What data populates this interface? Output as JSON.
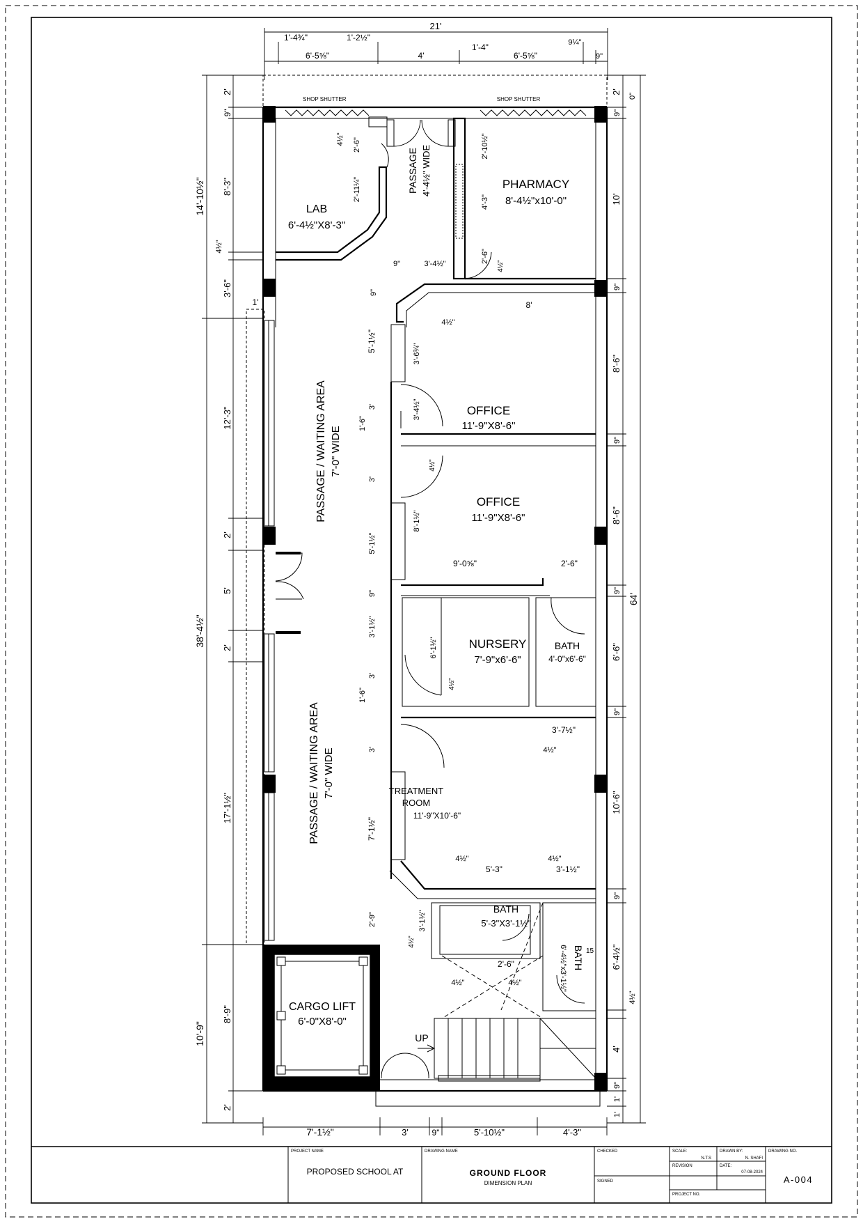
{
  "plan": {
    "rooms": {
      "lab": {
        "name": "LAB",
        "size": "6'-4½\"X8'-3\""
      },
      "pharmacy": {
        "name": "PHARMACY",
        "size": "8'-4½\"x10'-0\""
      },
      "passage_top": {
        "name": "PASSAGE",
        "size": "4'-4½\" WIDE"
      },
      "waiting_upper": {
        "name": "PASSAGE / WAITING AREA",
        "size": "7'-0\" WIDE"
      },
      "waiting_lower": {
        "name": "PASSAGE / WAITING AREA",
        "size": "7'-0\" WIDE"
      },
      "office1": {
        "name": "OFFICE",
        "size": "11'-9\"X8'-6\""
      },
      "office2": {
        "name": "OFFICE",
        "size": "11'-9\"X8'-6\""
      },
      "nursery": {
        "name": "NURSERY",
        "size": "7'-9\"x6'-6\""
      },
      "bath1": {
        "name": "BATH",
        "size": "4'-0\"x6'-6\""
      },
      "treatment": {
        "name": "TREATMENT",
        "name2": "ROOM",
        "size": "11'-9\"X10'-6\""
      },
      "bath2": {
        "name": "BATH",
        "size": "5'-3\"X3'-1½\""
      },
      "bath3": {
        "name": "BATH",
        "size": "6'-4½\"x3'-1½\""
      },
      "lift": {
        "name": "CARGO LIFT",
        "size": "6'-0\"X8'-0\""
      }
    },
    "labels": {
      "shutter_left": "SHOP SHUTTER",
      "shutter_right": "SHOP SHUTTER",
      "up": "UP",
      "stair_count": "15"
    },
    "dims_top": {
      "overall": "21'",
      "d1": "1'-4¾\"",
      "d2": "1'-2½\"",
      "d3": "6'-5⅝\"",
      "d4": "4'",
      "d5": "1'-4\"",
      "d6": "6'-5⅝\"",
      "d7": "9¼\"",
      "d8": "9\""
    },
    "dims_left_outer": {
      "a": "14'-10½\"",
      "b": "38'-4½\"",
      "c": "10'-9\""
    },
    "dims_left_inner": {
      "a1": "2'",
      "a2": "9\"",
      "a3": "8'-3\"",
      "a4": "4½\"",
      "a5": "3'-6\"",
      "b1": "12'-3\"",
      "b2": "2'",
      "b3": "5'",
      "b4": "2'",
      "b5": "17'-1½\"",
      "c1": "8'-9\"",
      "c2": "2'",
      "step": "1'"
    },
    "dims_right": {
      "overall": "64'",
      "r1": "2'",
      "r2": "0\"",
      "r3": "9\"",
      "r4": "10'",
      "r5": "9\"",
      "r6": "8'-6\"",
      "r7": "9\"",
      "r8": "8'-6\"",
      "r9": "9\"",
      "r10": "6'-6\"",
      "r11": "9\"",
      "r12": "10'-6\"",
      "r13": "9\"",
      "r14": "6'-4½\"",
      "r15": "4½\"",
      "r16": "4'",
      "r17": "9\"",
      "r18": "1'",
      "r19": "1'"
    },
    "dims_bottom": {
      "b1": "7'-1½\"",
      "b2": "3'",
      "b3": "9\"",
      "b4": "5'-10½\"",
      "b5": "4'-3\""
    },
    "dims_inner": {
      "i1": "4½\"",
      "i2": "2'-6\"",
      "i3": "2'-11¼\"",
      "i4": "2'-10½\"",
      "i5": "4'-3\"",
      "i6": "2'-6\"",
      "i7": "4½\"",
      "i8": "9\"",
      "i9": "3'-4½\"",
      "i10": "9\"",
      "i11": "8'",
      "i12": "4½\"",
      "i13": "5'-1½\"",
      "i14": "3'-6¾\"",
      "i15": "3'",
      "i16": "1'-6\"",
      "i17": "3'-4½\"",
      "i18": "4½\"",
      "i19": "3'",
      "i20": "8'-1½\"",
      "i21": "5'-1½\"",
      "i22": "9'-0⅝\"",
      "i23": "2'-6\"",
      "i24": "9\"",
      "i25": "3'-1½\"",
      "i26": "6'-1½\"",
      "i27": "3'",
      "i28": "1'-6\"",
      "i29": "4½\"",
      "i30": "3'-7½\"",
      "i31": "4½\"",
      "i32": "3'",
      "i33": "7'-1½\"",
      "i34": "4½\"",
      "i35": "5'-3\"",
      "i36": "4½\"",
      "i37": "3'-1½\"",
      "i38": "2'-9\"",
      "i39": "3'-1½\"",
      "i40": "4½\"",
      "i41": "2'-6\"",
      "i42": "4½\"",
      "i43": "4½\""
    }
  },
  "title_block": {
    "project_name_label": "PROJECT NAME",
    "project_name": "PROPOSED SCHOOL AT",
    "drawing_name_label": "DRAWING NAME",
    "drawing_name": "GROUND FLOOR",
    "drawing_sub": "DIMENSION PLAN",
    "checked_label": "CHECKED",
    "signed_label": "SIGNED",
    "scale_label": "SCALE:",
    "scale": "N.T.S",
    "drawn_by_label": "DRAWN BY:",
    "drawn_by": "N. SHAFI",
    "drawing_no_label": "DRAWING NO.",
    "drawing_no": "A-004",
    "revision_label": "REVISION",
    "date_label": "DATE:",
    "date": "07-08-2024",
    "project_no_label": "PROJECT NO."
  }
}
